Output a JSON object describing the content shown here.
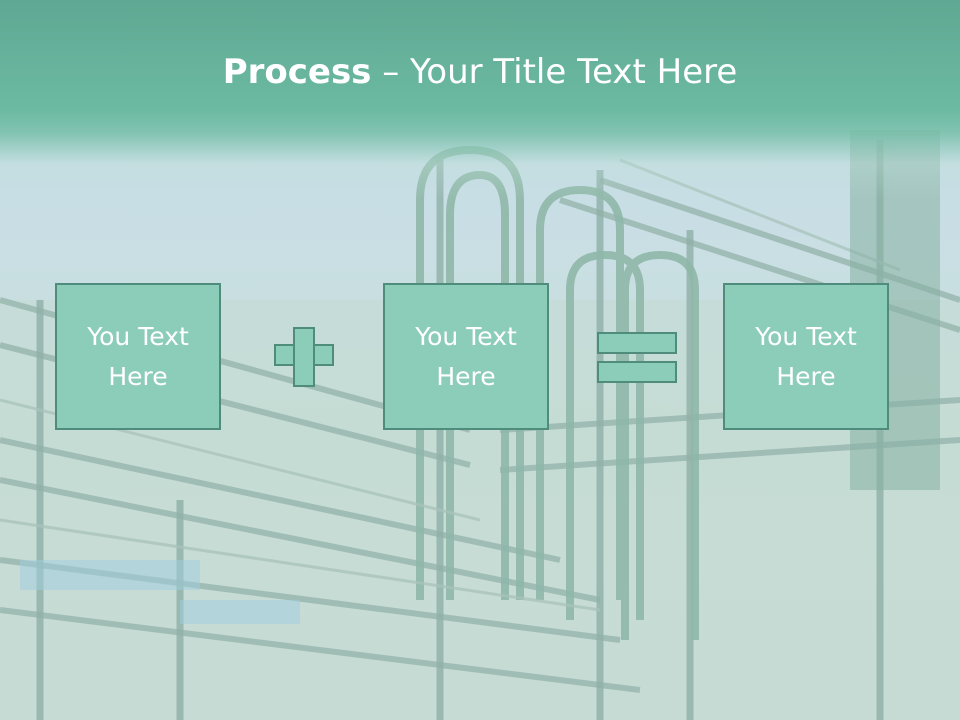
{
  "slide": {
    "title_bold": "Process",
    "title_rest": " – Your Title Text Here",
    "boxes": [
      {
        "label": "You Text\nHere"
      },
      {
        "label": "You Text\nHere"
      },
      {
        "label": "You Text\nHere"
      }
    ],
    "operators": {
      "first": "plus-icon",
      "second": "equals-icon"
    }
  },
  "colors": {
    "header": "#6cbaa2",
    "box_fill": "#8ccdb9",
    "box_border": "#4f8c7c",
    "text": "#ffffff"
  }
}
